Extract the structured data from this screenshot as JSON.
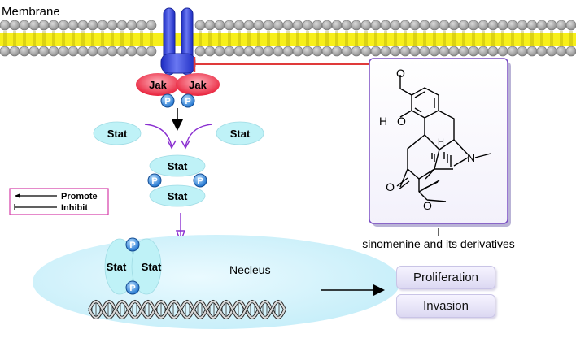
{
  "labels": {
    "membrane": "Membrane",
    "jak_left": "Jak",
    "jak_right": "Jak",
    "phospho": "P",
    "stat": "Stat",
    "nucleus": "Necleus",
    "compound": "sinomenine and its derivatives"
  },
  "legend": {
    "promote": "Promote",
    "inhibit": "Inhibit"
  },
  "outcomes": {
    "proliferation": "Proliferation",
    "invasion": "Invasion"
  },
  "structure_atoms": {
    "h": "H",
    "o": "O",
    "n": "N",
    "h_small": "H"
  },
  "colors": {
    "lipid_head": "#a9a9a9",
    "lipid_tail": "#f7ef1a",
    "receptor": "#3a47d8",
    "jak": "#e8203a",
    "phosphate": "#2e86e0",
    "stat": "#bff2f7",
    "nucleus": "#d2f3fb",
    "arrow_purple": "#8a2fd0",
    "inhibit_red": "#e03a3a",
    "legend_border": "#d43ca8"
  }
}
